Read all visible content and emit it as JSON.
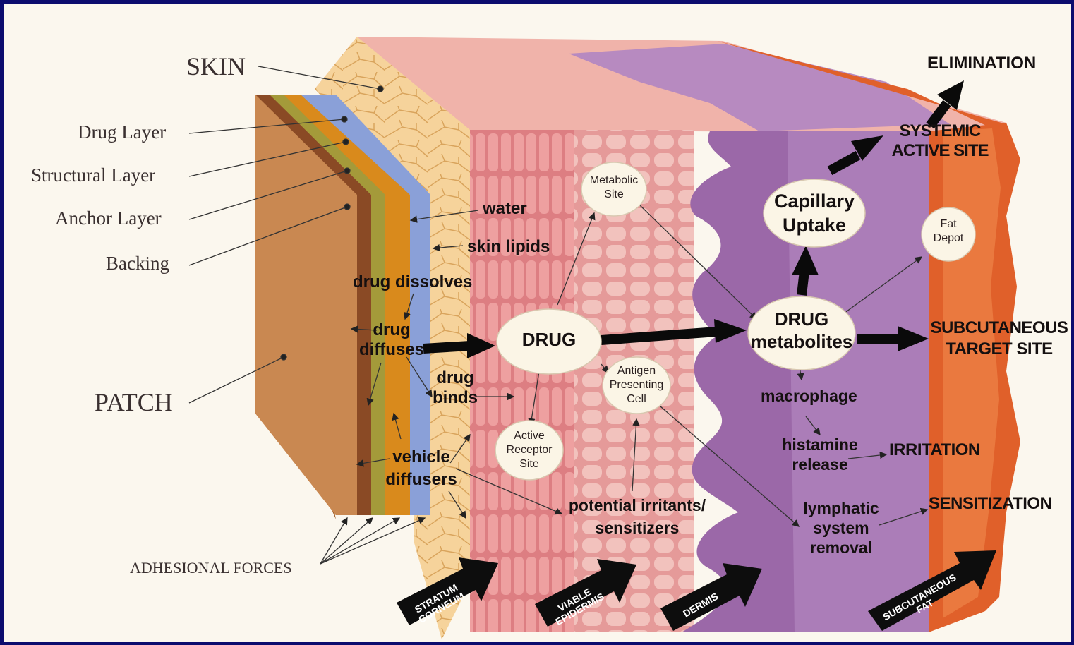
{
  "patch_labels": {
    "skin": "SKIN",
    "drug_layer": "Drug Layer",
    "structural_layer": "Structural Layer",
    "anchor_layer": "Anchor Layer",
    "backing": "Backing",
    "patch": "PATCH",
    "adhesional_forces": "ADHESIONAL FORCES"
  },
  "process_labels": {
    "water": "water",
    "skin_lipids": "skin lipids",
    "drug_dissolves": "drug dissolves",
    "drug_diffuses_1": "drug",
    "drug_diffuses_2": "diffuses",
    "drug_binds_1": "drug",
    "drug_binds_2": "binds",
    "vehicle_diffusers_1": "vehicle",
    "vehicle_diffusers_2": "diffusers",
    "potential_irritants_1": "potential irritants/",
    "potential_irritants_2": "sensitizers",
    "macrophage": "macrophage",
    "histamine_1": "histamine",
    "histamine_2": "release",
    "lymphatic_1": "lymphatic",
    "lymphatic_2": "system",
    "lymphatic_3": "removal"
  },
  "nodes": {
    "drug": "DRUG",
    "metabolic_site_1": "Metabolic",
    "metabolic_site_2": "Site",
    "antigen_1": "Antigen",
    "antigen_2": "Presenting",
    "antigen_3": "Cell",
    "active_receptor_1": "Active",
    "active_receptor_2": "Receptor",
    "active_receptor_3": "Site",
    "drug_metabolites_1": "DRUG",
    "drug_metabolites_2": "metabolites",
    "capillary_1": "Capillary",
    "capillary_2": "Uptake",
    "fat_depot_1": "Fat",
    "fat_depot_2": "Depot"
  },
  "outcomes": {
    "elimination": "ELIMINATION",
    "systemic_1": "SYSTEMIC",
    "systemic_2": "ACTIVE SITE",
    "subcutaneous_target_1": "SUBCUTANEOUS",
    "subcutaneous_target_2": "TARGET SITE",
    "irritation": "IRRITATION",
    "sensitization": "SENSITIZATION"
  },
  "skin_layers": {
    "stratum_1": "STRATUM",
    "stratum_2": "CORNEUM",
    "viable_1": "VIABLE",
    "viable_2": "EPIDERMIS",
    "dermis": "DERMIS",
    "subcut_1": "SUBCUTANEOUS",
    "subcut_2": "FAT"
  },
  "colors": {
    "frame": "#0c0c6e",
    "paper": "#fbf7ee",
    "patch_backing": "#c8864e",
    "drug_layer": "#8aa0d8",
    "structural_layer": "#d98a1c",
    "anchor_layer": "#a49a3a",
    "stratum_corneum": "#f3c98c",
    "viable_epidermis": "#e3898a",
    "dermis": "#9b68a8",
    "subcutaneous_fat": "#e0602a"
  }
}
